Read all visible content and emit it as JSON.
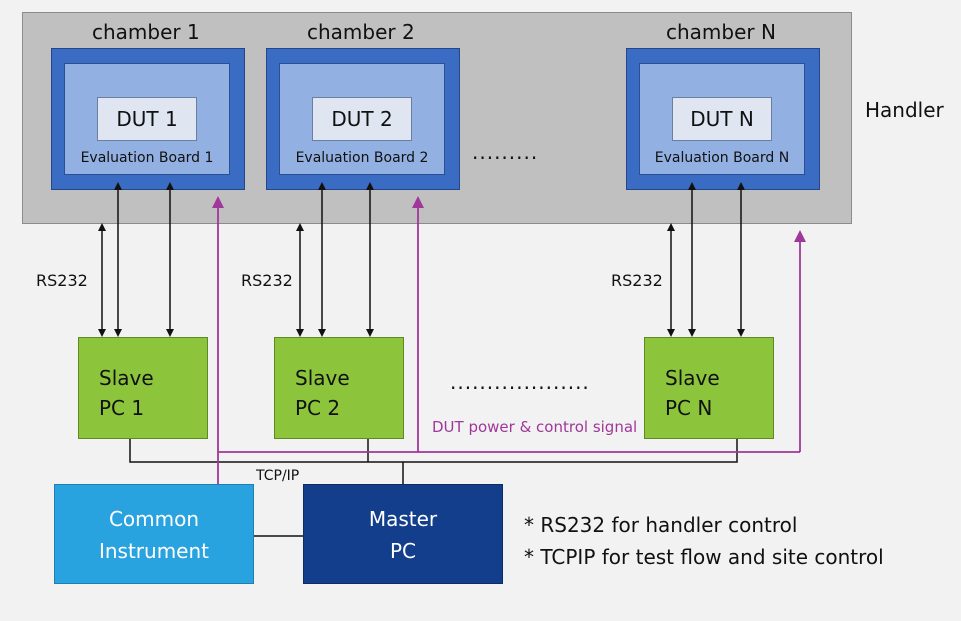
{
  "handler": {
    "label": "Handler"
  },
  "chambers": [
    {
      "title": "chamber 1",
      "dut": "DUT 1",
      "board": "Evaluation Board 1"
    },
    {
      "title": "chamber 2",
      "dut": "DUT 2",
      "board": "Evaluation Board 2"
    },
    {
      "title": "chamber N",
      "dut": "DUT N",
      "board": "Evaluation Board N"
    }
  ],
  "chamber_ellipsis": ".........",
  "rs232_labels": [
    "RS232",
    "RS232",
    "RS232"
  ],
  "slaves": [
    {
      "line1": "Slave",
      "line2": "PC 1"
    },
    {
      "line1": "Slave",
      "line2": "PC 2"
    },
    {
      "line1": "Slave",
      "line2": "PC N"
    }
  ],
  "slave_ellipsis": "...................",
  "dut_signal_label": "DUT power & control signal",
  "tcpip_label": "TCP/IP",
  "common_instrument": {
    "line1": "Common",
    "line2": "Instrument"
  },
  "master_pc": {
    "line1": "Master",
    "line2": "PC"
  },
  "notes": [
    "* RS232 for handler control",
    "* TCPIP for test flow and site control"
  ],
  "colors": {
    "handler_bg": "#c0c0c0",
    "board_outer": "#3b6cc4",
    "board_inner": "#92b0e2",
    "dut_box": "#dfe6f2",
    "slave_pc": "#8cc43c",
    "common_instrument": "#29a3df",
    "master_pc": "#133e8c",
    "signal_line": "#a0379a",
    "rs232_line": "#111111"
  }
}
